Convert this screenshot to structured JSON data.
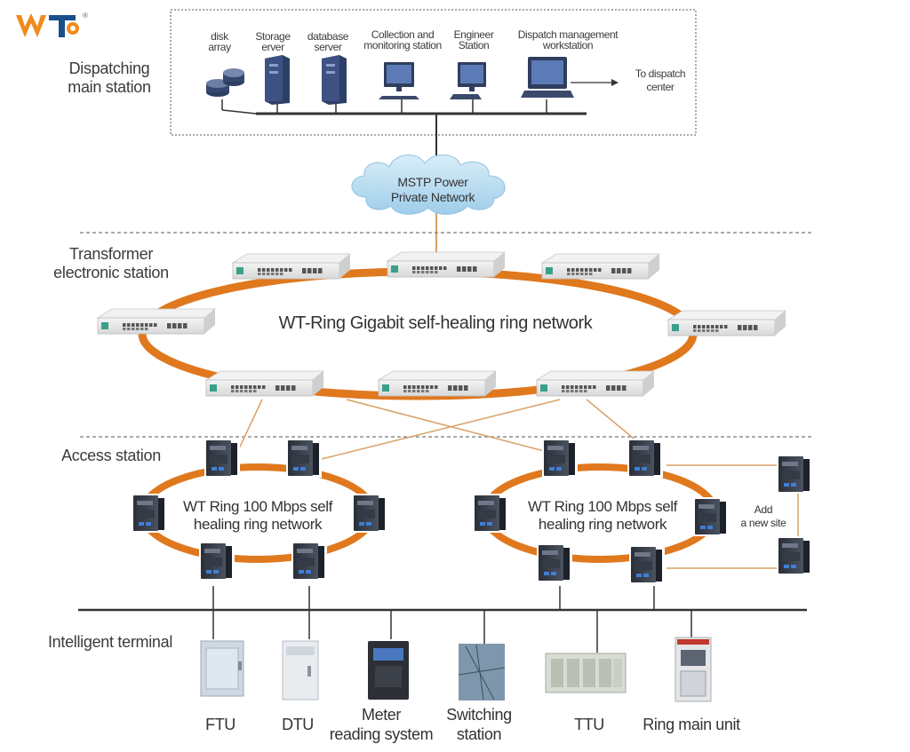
{
  "logo": {
    "text": "WT",
    "mark": "registered-mark"
  },
  "sections": {
    "dispatching": [
      "Dispatching",
      "main station"
    ],
    "transformer": [
      "Transformer",
      "electronic station"
    ],
    "access": "Access station",
    "terminal": "Intelligent terminal"
  },
  "main_station_devices": [
    {
      "name": "disk-array",
      "label": [
        "disk",
        "array"
      ]
    },
    {
      "name": "storage-server",
      "label": [
        "Storage",
        "erver"
      ]
    },
    {
      "name": "database-server",
      "label": [
        "database",
        "server"
      ]
    },
    {
      "name": "collection-monitoring-station",
      "label": [
        "Collection and",
        "monitoring station"
      ]
    },
    {
      "name": "engineer-station",
      "label": [
        "Engineer",
        "Station"
      ]
    },
    {
      "name": "dispatch-management-workstation",
      "label": [
        "Dispatch management",
        "workstation"
      ]
    }
  ],
  "dispatch_center": [
    "To dispatch",
    "center"
  ],
  "cloud": [
    "MSTP Power",
    "Private Network"
  ],
  "gigabit_ring": {
    "title": "WT-Ring Gigabit self-healing ring network",
    "switch_count": 8
  },
  "access_rings": [
    {
      "label": [
        "WT Ring 100 Mbps self",
        "healing ring network"
      ],
      "switch_count": 6
    },
    {
      "label": [
        "WT Ring 100 Mbps self",
        "healing ring network"
      ],
      "switch_count": 6
    }
  ],
  "new_site": [
    "Add",
    "a new site"
  ],
  "terminals": [
    {
      "name": "ftu",
      "label": [
        "FTU"
      ]
    },
    {
      "name": "dtu",
      "label": [
        "DTU"
      ]
    },
    {
      "name": "meter-reading-system",
      "label": [
        "Meter",
        "reading system"
      ]
    },
    {
      "name": "switching-station",
      "label": [
        "Switching",
        "station"
      ]
    },
    {
      "name": "ttu",
      "label": [
        "TTU"
      ]
    },
    {
      "name": "ring-main-unit",
      "label": [
        "Ring main unit"
      ]
    }
  ],
  "colors": {
    "ring_orange": "#e0781e",
    "logo_orange": "#f08a1c",
    "logo_blue": "#1b4f8c",
    "cloud_blue": "#bfe0f2",
    "line_dark": "#333333"
  }
}
